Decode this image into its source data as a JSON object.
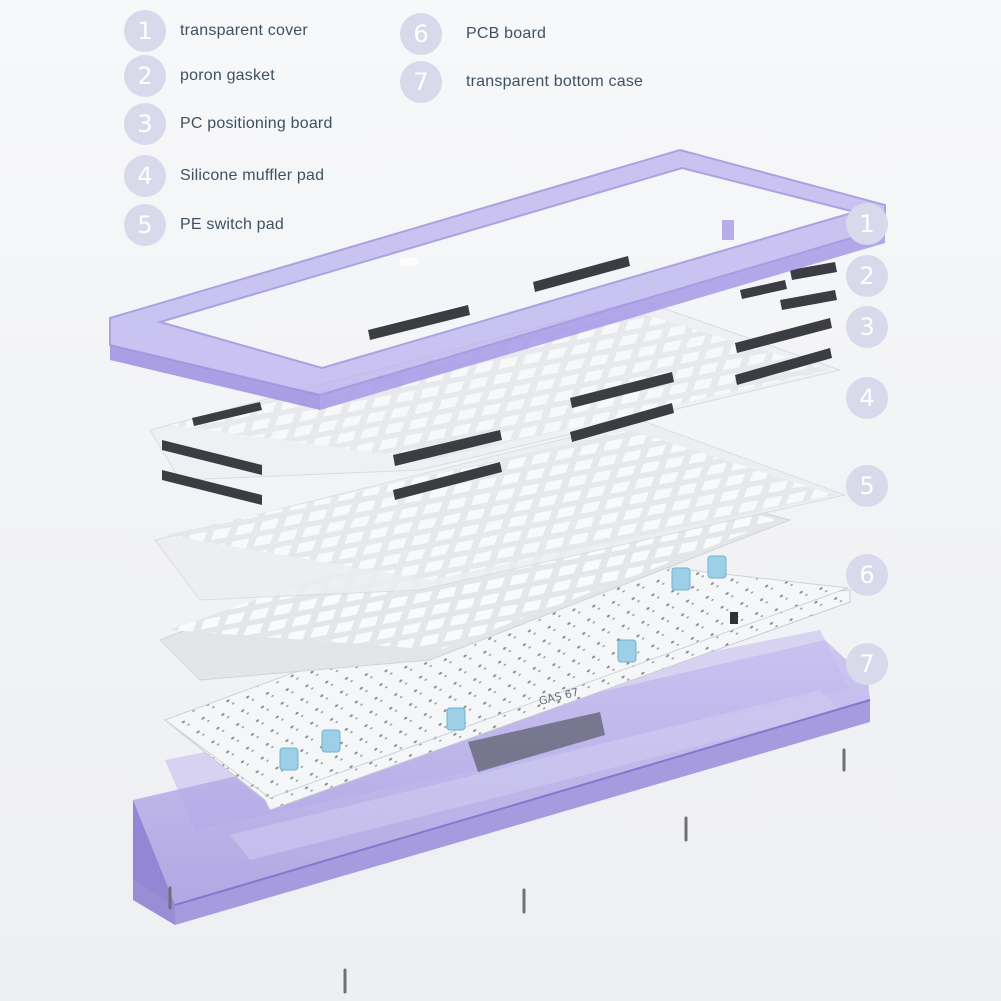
{
  "legend": [
    {
      "num": "1",
      "label": "transparent cover"
    },
    {
      "num": "2",
      "label": "poron gasket"
    },
    {
      "num": "3",
      "label": "PC positioning board"
    },
    {
      "num": "4",
      "label": "Silicone muffler pad"
    },
    {
      "num": "5",
      "label": "PE switch pad"
    },
    {
      "num": "6",
      "label": "PCB board"
    },
    {
      "num": "7",
      "label": "transparent bottom case"
    }
  ],
  "side_markers": [
    "1",
    "2",
    "3",
    "4",
    "5",
    "6",
    "7"
  ],
  "pcb_print": "GAS 67",
  "colors": {
    "badge": "#d8d9eb",
    "case_purple": "#b3a9e6",
    "case_edge": "#9283d6",
    "foam_bar": "#3b3d42",
    "plate": "#e6e8ec",
    "pcb": "#f4f5f7",
    "stabilizer": "#9dd0e6",
    "label_text": "#3f5161"
  }
}
